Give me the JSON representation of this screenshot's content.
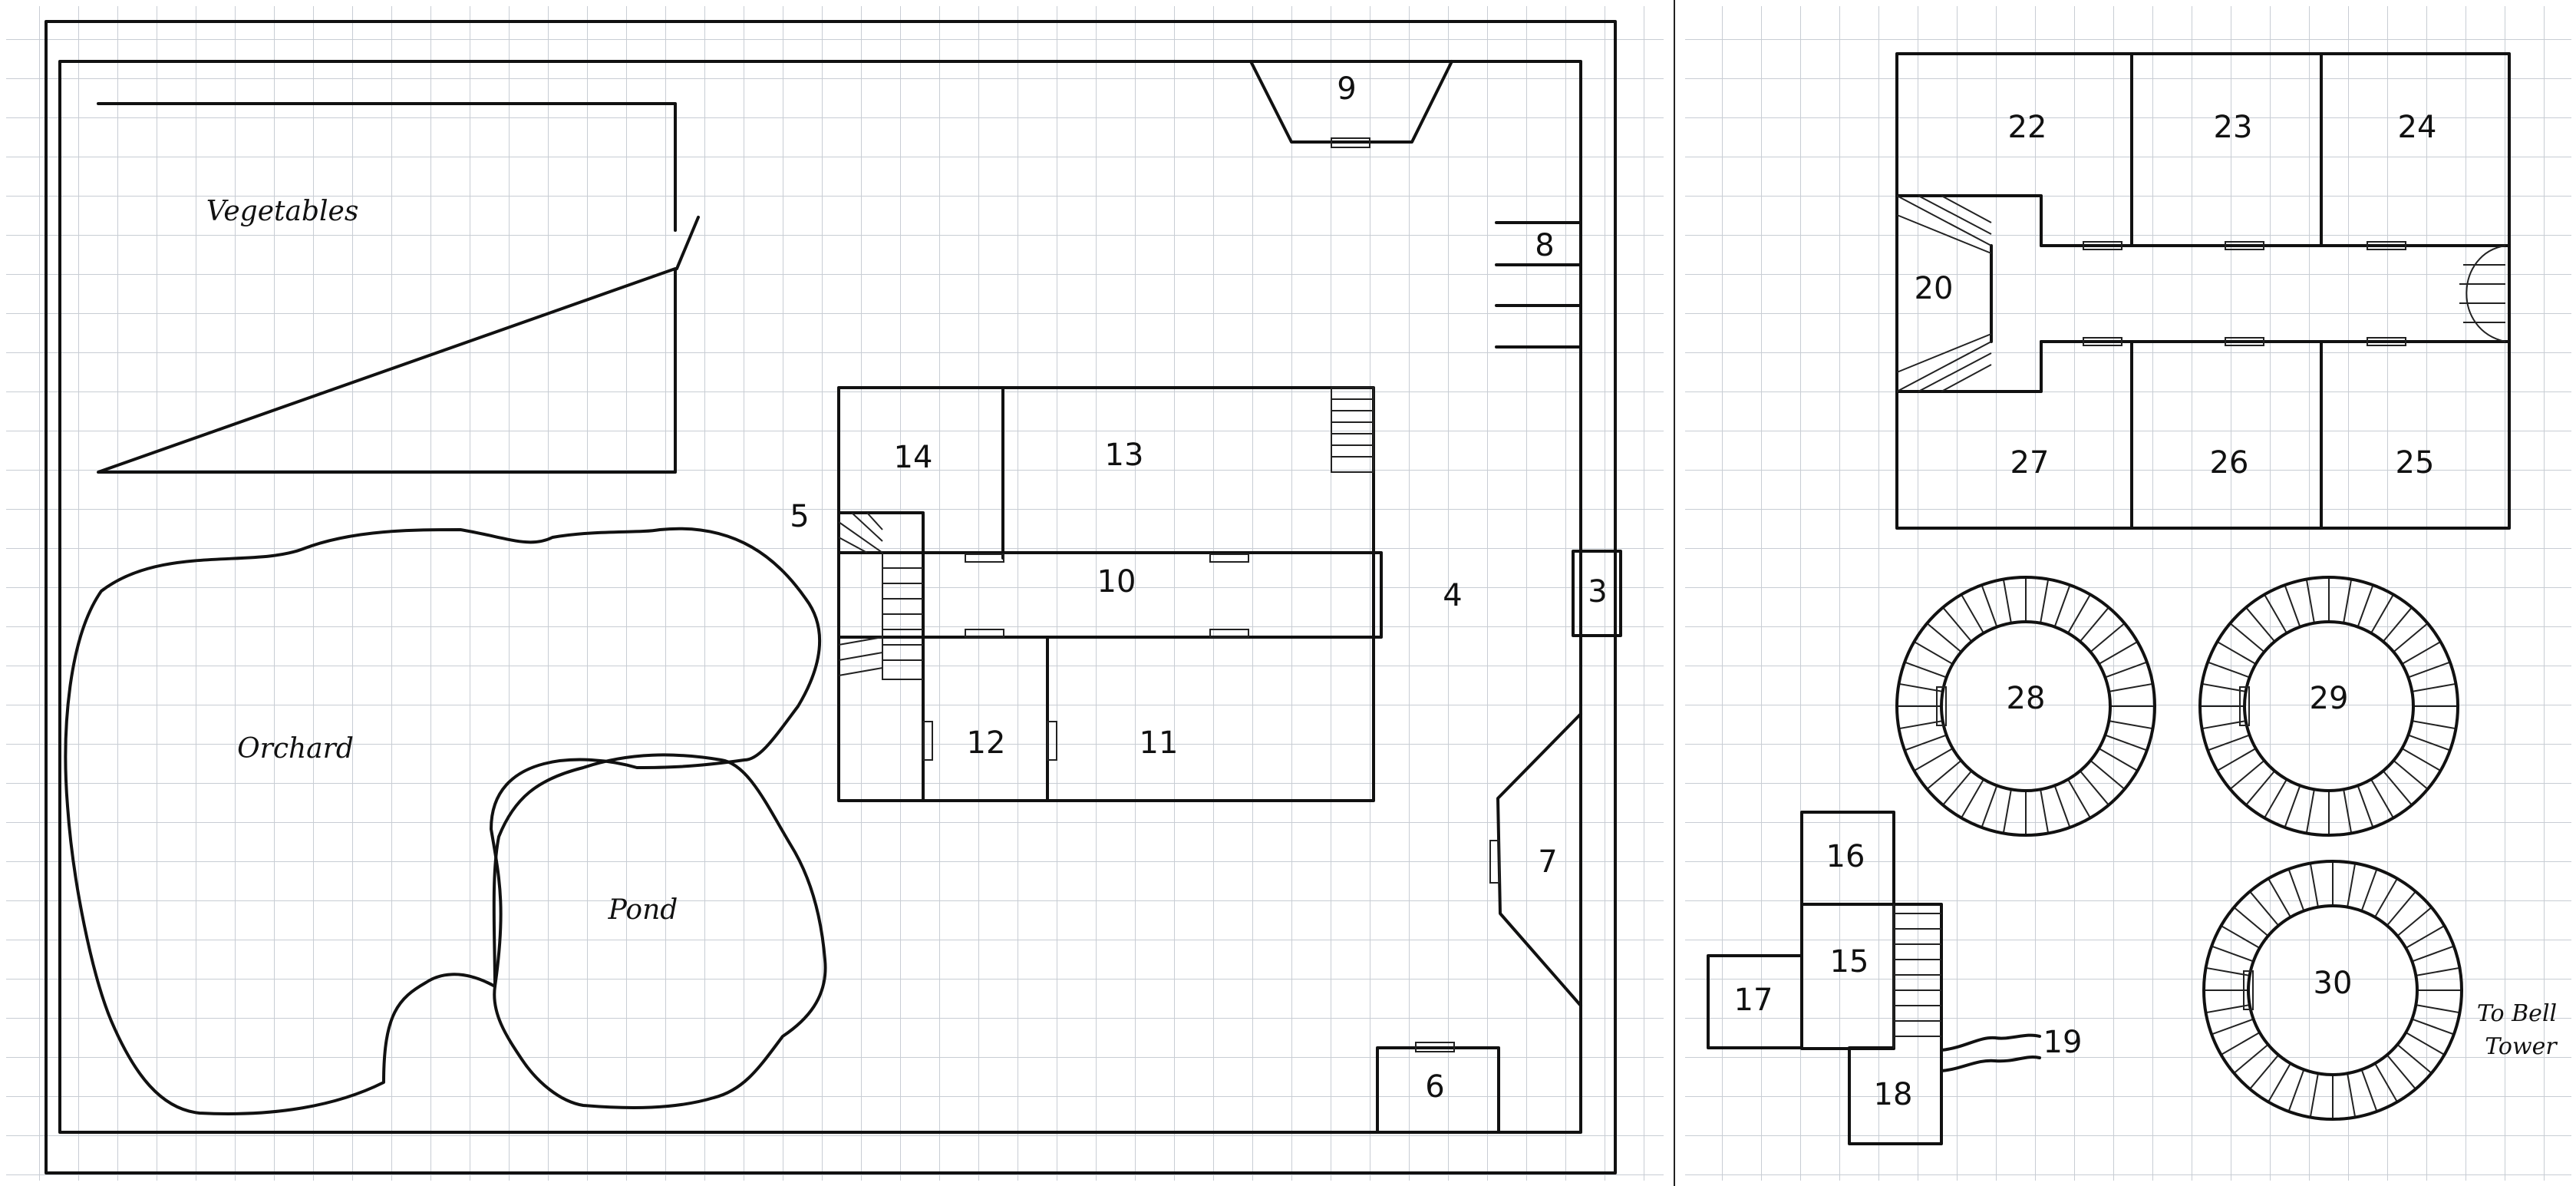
{
  "colors": {
    "ink": "#111111",
    "grid": "#c8cdd4",
    "paper": "#ffffff"
  },
  "grounds_map": {
    "areas": {
      "vegetables": "Vegetables",
      "orchard": "Orchard",
      "pond": "Pond"
    },
    "rooms": {
      "r3": "3",
      "r4": "4",
      "r5": "5",
      "r6": "6",
      "r7": "7",
      "r8": "8",
      "r9": "9",
      "r10": "10",
      "r11": "11",
      "r12": "12",
      "r13": "13",
      "r14": "14"
    }
  },
  "upper_map": {
    "rooms": {
      "r15": "15",
      "r16": "16",
      "r17": "17",
      "r18": "18",
      "r19": "19",
      "r20": "20",
      "r22": "22",
      "r23": "23",
      "r24": "24",
      "r25": "25",
      "r26": "26",
      "r27": "27",
      "r28": "28",
      "r29": "29",
      "r30": "30"
    },
    "note_line1": "To Bell",
    "note_line2": "Tower"
  }
}
